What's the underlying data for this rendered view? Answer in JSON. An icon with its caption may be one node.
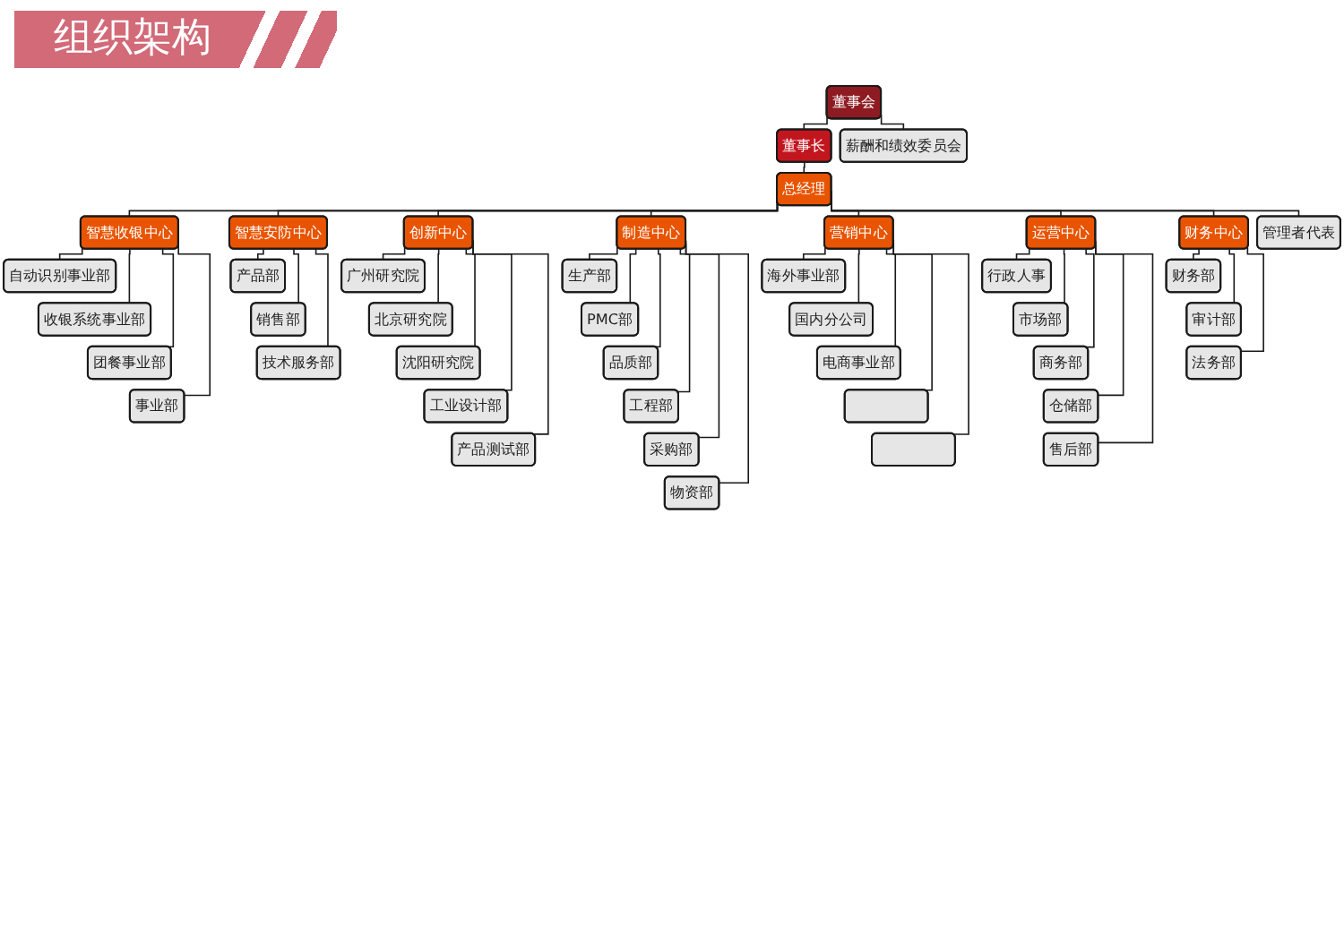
{
  "diagram": {
    "title": "组织架构",
    "nodes": [
      {
        "text": [
          "董事会"
        ]
      },
      {
        "text": [
          "薪酬和绩效委员会"
        ]
      },
      {
        "text": [
          "董事长"
        ]
      },
      {
        "text": [
          "总经理"
        ]
      },
      {
        "text": [
          "管理者代表"
        ]
      },
      {
        "text": [
          "智慧收银中心"
        ]
      },
      {
        "text": [
          "智慧安防中心"
        ]
      },
      {
        "text": [
          "创新中心"
        ]
      },
      {
        "text": [
          "制造中心"
        ]
      },
      {
        "text": [
          "营销中心"
        ]
      },
      {
        "text": [
          "运营中心"
        ]
      },
      {
        "text": [
          "财务中心"
        ]
      },
      {
        "text": [
          "自动识别事业部"
        ]
      },
      {
        "text": [
          "收银系统事业部"
        ]
      },
      {
        "text": [
          "团餐事业部"
        ]
      },
      {
        "text": [
          "事业部"
        ]
      },
      {
        "text": [
          "产品部"
        ]
      },
      {
        "text": [
          "销售部"
        ]
      },
      {
        "text": [
          "技术服务部"
        ]
      },
      {
        "text": [
          "广州研究院"
        ]
      },
      {
        "text": [
          "北京研究院"
        ]
      },
      {
        "text": [
          "沈阳研究院"
        ]
      },
      {
        "text": [
          "工业设计部"
        ]
      },
      {
        "text": [
          "产品测试部"
        ]
      },
      {
        "text": [
          "生产部"
        ]
      },
      {
        "text": [
          "PMC部"
        ]
      },
      {
        "text": [
          "品质部"
        ]
      },
      {
        "text": [
          "工程部"
        ]
      },
      {
        "text": [
          "采购部"
        ]
      },
      {
        "text": [
          "物资部"
        ]
      },
      {
        "text": [
          "海外事业部"
        ]
      },
      {
        "text": [
          "国内分公司"
        ]
      },
      {
        "text": [
          "电商事业部"
        ]
      },
      {
        "text": [],
        "shape": "box"
      },
      {
        "text": [],
        "shape": "box"
      },
      {
        "text": [
          "行政人事"
        ]
      },
      {
        "text": [
          "市场部"
        ]
      },
      {
        "text": [
          "商务部"
        ]
      },
      {
        "text": [
          "仓储部"
        ]
      },
      {
        "text": [
          "售后部"
        ]
      },
      {
        "text": [
          "财务部"
        ]
      },
      {
        "text": [
          "审计部"
        ]
      },
      {
        "text": [
          "法务部"
        ]
      }
    ],
    "edges": [
      {
        "from": 0,
        "to": 2,
        "arrow": "none"
      },
      {
        "from": 0,
        "to": 1,
        "arrow": "none"
      },
      {
        "from": 2,
        "to": 3,
        "arrow": "none"
      },
      {
        "from": 3,
        "to": 5,
        "arrow": "none"
      },
      {
        "from": 3,
        "to": 6,
        "arrow": "none"
      },
      {
        "from": 3,
        "to": 7,
        "arrow": "none"
      },
      {
        "from": 3,
        "to": 8,
        "arrow": "none"
      },
      {
        "from": 3,
        "to": 9,
        "arrow": "none"
      },
      {
        "from": 3,
        "to": 10,
        "arrow": "none"
      },
      {
        "from": 3,
        "to": 11,
        "arrow": "none"
      },
      {
        "from": 3,
        "to": 4,
        "arrow": "none"
      },
      {
        "from": 5,
        "to": 12,
        "arrow": "none"
      },
      {
        "from": 5,
        "to": 13,
        "arrow": "none"
      },
      {
        "from": 5,
        "to": 14,
        "arrow": "none"
      },
      {
        "from": 5,
        "to": 15,
        "arrow": "none"
      },
      {
        "from": 6,
        "to": 16,
        "arrow": "none"
      },
      {
        "from": 6,
        "to": 17,
        "arrow": "none"
      },
      {
        "from": 6,
        "to": 18,
        "arrow": "none"
      },
      {
        "from": 7,
        "to": 19,
        "arrow": "none"
      },
      {
        "from": 7,
        "to": 20,
        "arrow": "none"
      },
      {
        "from": 7,
        "to": 21,
        "arrow": "none"
      },
      {
        "from": 7,
        "to": 22,
        "arrow": "none"
      },
      {
        "from": 7,
        "to": 23,
        "arrow": "none"
      },
      {
        "from": 8,
        "to": 24,
        "arrow": "none"
      },
      {
        "from": 8,
        "to": 25,
        "arrow": "none"
      },
      {
        "from": 8,
        "to": 26,
        "arrow": "none"
      },
      {
        "from": 8,
        "to": 27,
        "arrow": "none"
      },
      {
        "from": 8,
        "to": 28,
        "arrow": "none"
      },
      {
        "from": 8,
        "to": 29,
        "arrow": "none"
      },
      {
        "from": 9,
        "to": 30,
        "arrow": "none"
      },
      {
        "from": 9,
        "to": 31,
        "arrow": "none"
      },
      {
        "from": 9,
        "to": 32,
        "arrow": "none"
      },
      {
        "from": 9,
        "to": 33,
        "arrow": "none"
      },
      {
        "from": 9,
        "to": 34,
        "arrow": "none"
      },
      {
        "from": 10,
        "to": 35,
        "arrow": "none"
      },
      {
        "from": 10,
        "to": 36,
        "arrow": "none"
      },
      {
        "from": 10,
        "to": 37,
        "arrow": "none"
      },
      {
        "from": 10,
        "to": 38,
        "arrow": "none"
      },
      {
        "from": 10,
        "to": 39,
        "arrow": "none"
      },
      {
        "from": 11,
        "to": 40,
        "arrow": "none"
      },
      {
        "from": 11,
        "to": 41,
        "arrow": "none"
      },
      {
        "from": 11,
        "to": 42,
        "arrow": "none"
      }
    ]
  }
}
